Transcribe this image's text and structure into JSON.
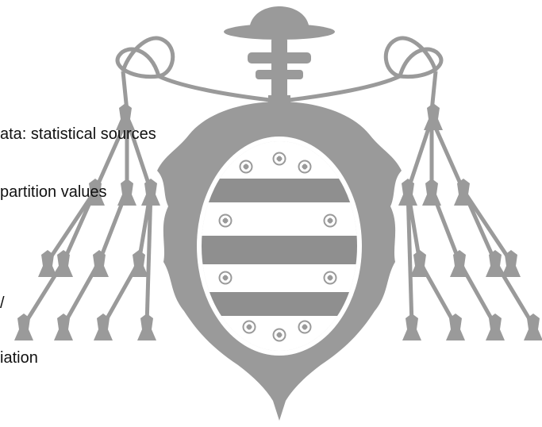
{
  "text_fragments": {
    "line_1": "ata: statistical sources",
    "line_2": "partition values",
    "line_3": "/",
    "line_4": "iation"
  },
  "crest": {
    "icon": "university-coat-of-arms",
    "colors": {
      "fill": "#9a9a9a",
      "band": "#8f8f8f",
      "light": "#d7d7d7",
      "white": "#ffffff"
    }
  }
}
